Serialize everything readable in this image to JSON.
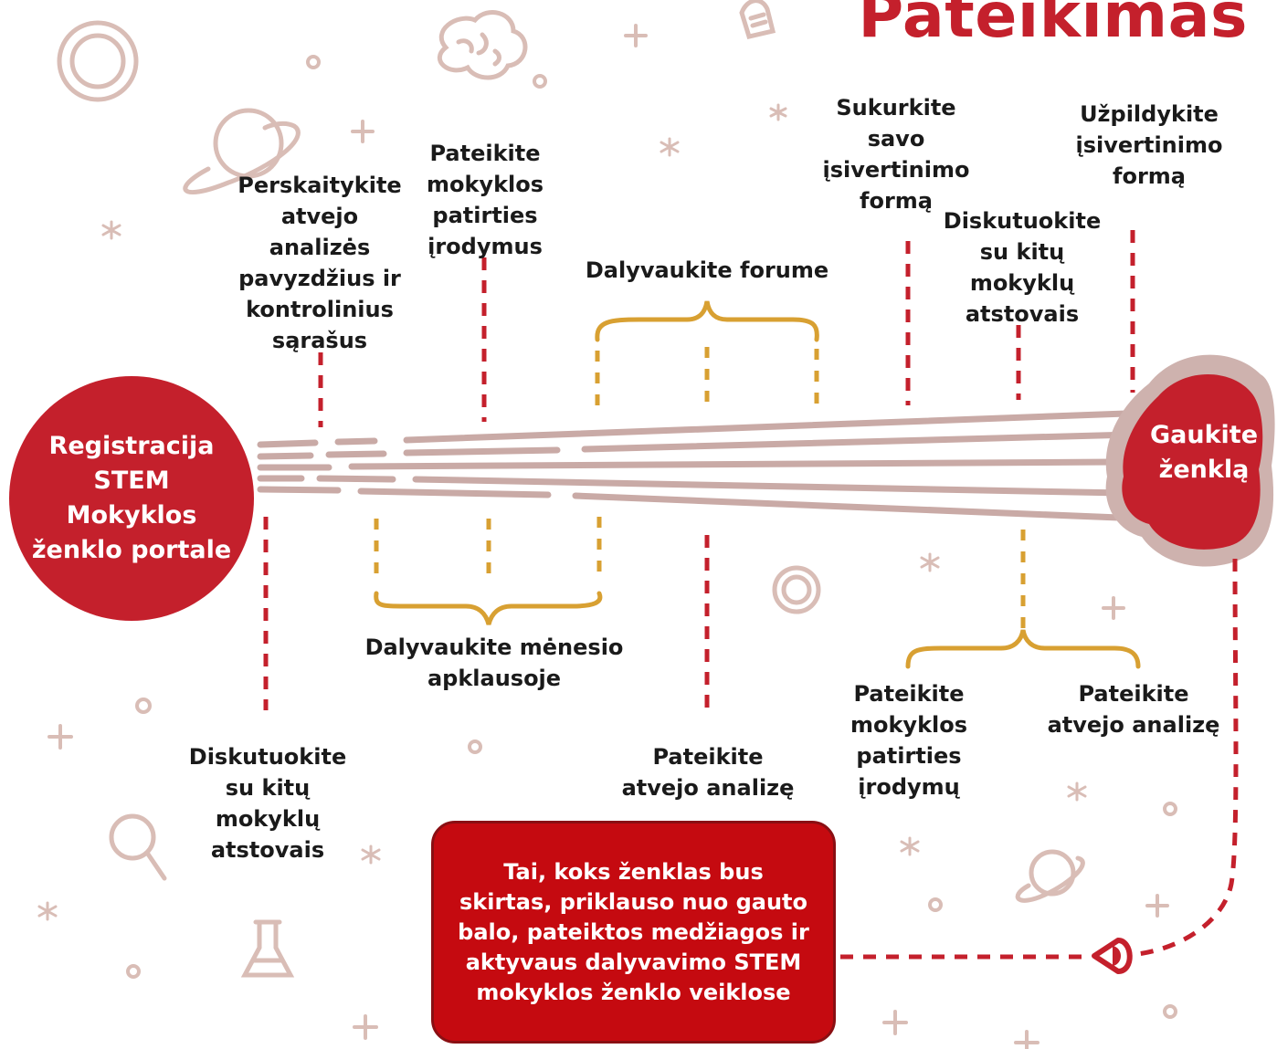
{
  "title": "Pateikimas",
  "start": "Registracija STEM Mokyklos ženklo portale",
  "end": "Gaukite ženklą",
  "steps_top": {
    "read_examples": "Perskaitykite atvejo analizės pavyzdžius ir kontrolinius sąrašus",
    "school_evidence": "Pateikite mokyklos patirties įrodymus",
    "forum": "Dalyvaukite forume",
    "create_form": "Sukurkite savo įsivertinimo formą",
    "discuss": "Diskutuokite su kitų mokyklų atstovais",
    "fill_form": "Užpildykite įsivertinimo formą"
  },
  "steps_bottom": {
    "discuss": "Diskutuokite su kitų mokyklų atstovais",
    "survey": "Dalyvaukite mėnesio apklausoje",
    "case_study": "Pateikite atvejo analizę",
    "school_evidence": "Pateikite mokyklos patirties įrodymų",
    "case_study_2": "Pateikite atvejo analizę"
  },
  "note": "Tai, koks ženklas bus skirtas, priklauso nuo gauto balo, pateiktos medžiagos ir aktyvaus dalyvavimo STEM mokyklos ženklo veiklose",
  "colors": {
    "red": "#c4202c",
    "gold": "#d8a032",
    "streak": "#c9aaa6",
    "doodle": "#d9bdb6"
  }
}
